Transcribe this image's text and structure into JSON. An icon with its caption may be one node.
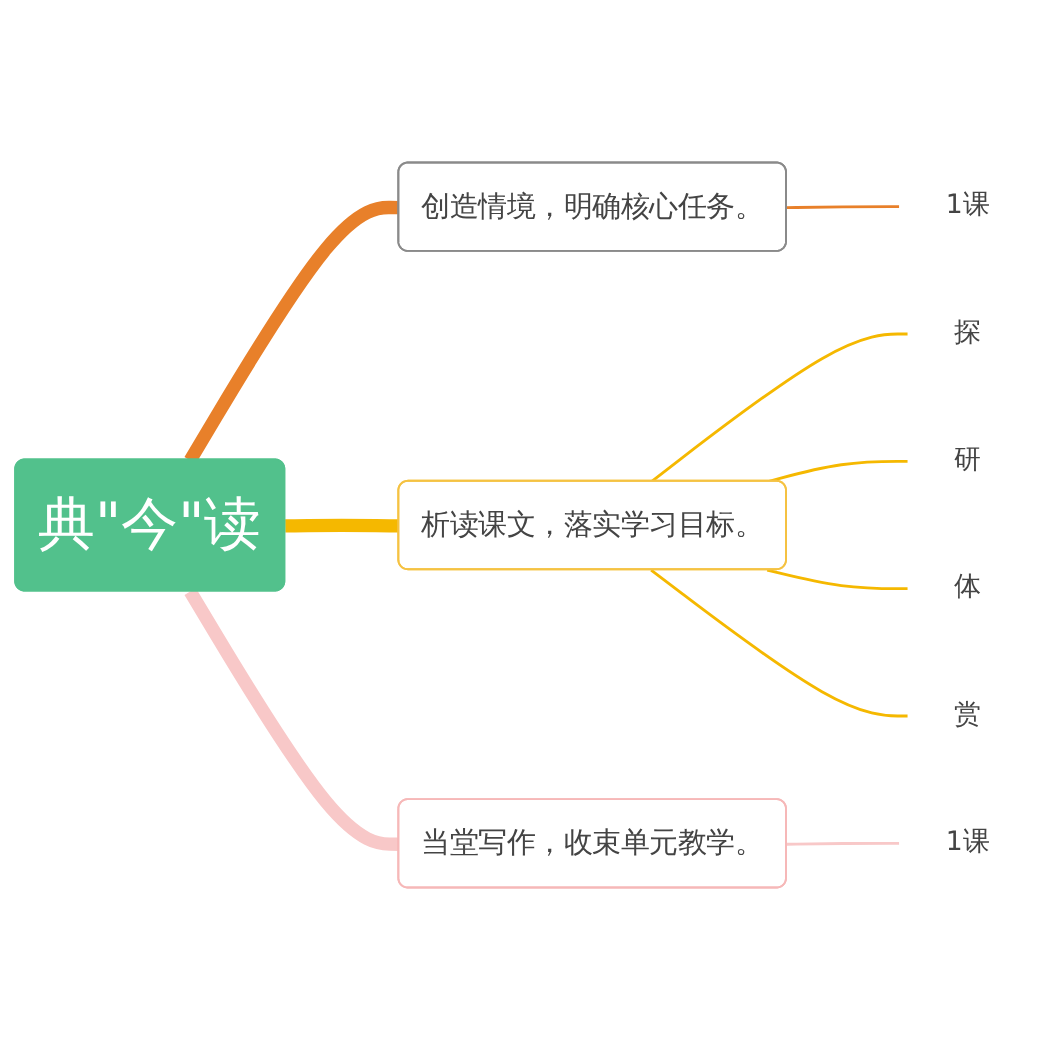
{
  "diagram": {
    "nodes": [
      {
        "text": [
          "典\"今\"读"
        ]
      },
      {
        "text": [
          "创造情境，明确核心任务。"
        ]
      },
      {
        "text": [
          "1课"
        ]
      },
      {
        "text": [
          "析读课文，落实学习目标。"
        ]
      },
      {
        "text": [
          "探"
        ]
      },
      {
        "text": [
          "研"
        ]
      },
      {
        "text": [
          "体"
        ]
      },
      {
        "text": [
          "赏"
        ]
      },
      {
        "text": [
          "当堂写作，收束单元教学。"
        ]
      },
      {
        "text": [
          "1课"
        ]
      }
    ],
    "edges": [
      {
        "from": 0,
        "to": 1,
        "arrow": "none",
        "style": "thick",
        "color": "#e8802a"
      },
      {
        "from": 1,
        "to": 2,
        "arrow": "none",
        "color": "#e8802a"
      },
      {
        "from": 0,
        "to": 3,
        "arrow": "none",
        "style": "thick"
      },
      {
        "from": 3,
        "to": 4,
        "arrow": "none"
      },
      {
        "from": 3,
        "to": 5,
        "arrow": "none"
      },
      {
        "from": 3,
        "to": 6,
        "arrow": "none"
      },
      {
        "from": 3,
        "to": 7,
        "arrow": "none"
      },
      {
        "from": 0,
        "to": 8,
        "arrow": "none",
        "style": "thick",
        "color": "#f8c8c8"
      },
      {
        "from": 8,
        "to": 9,
        "arrow": "none",
        "color": "#f8c8c8"
      }
    ]
  }
}
